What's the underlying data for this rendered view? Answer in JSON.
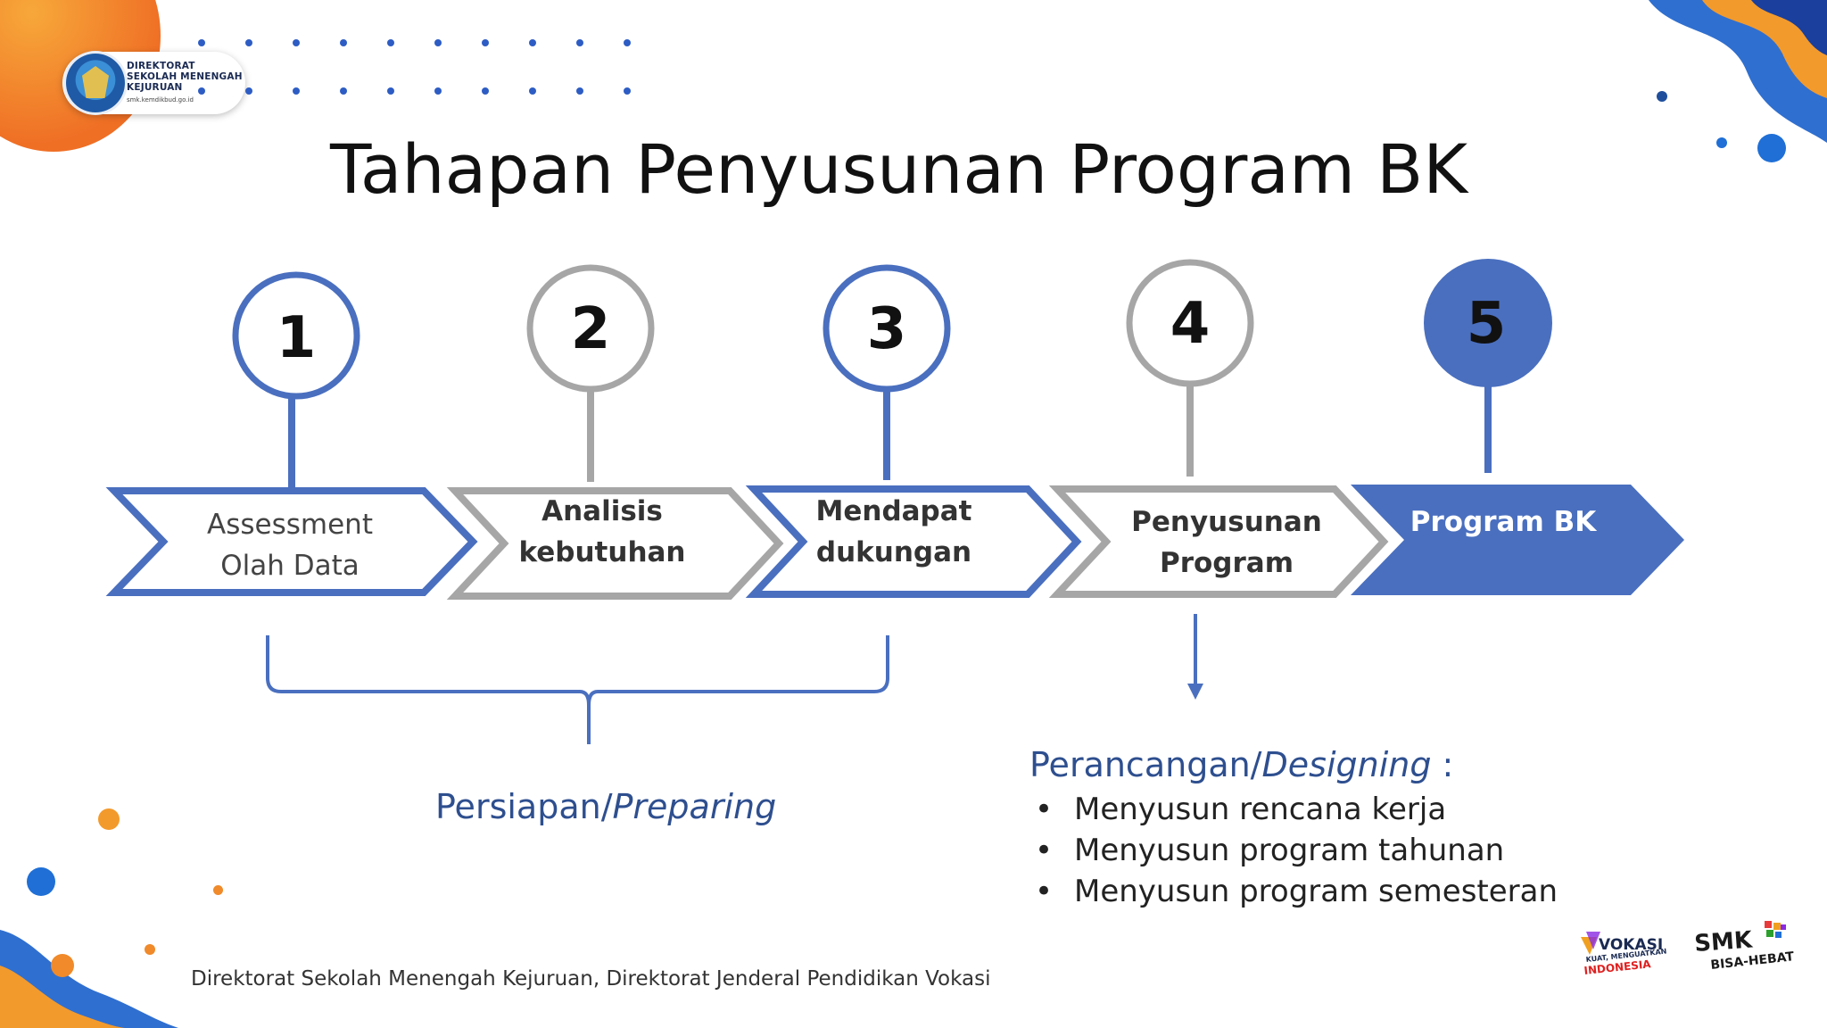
{
  "header": {
    "logo_lines": [
      "DIREKTORAT",
      "SEKOLAH MENENGAH",
      "KEJURUAN"
    ],
    "logo_url": "smk.kemdikbud.go.id"
  },
  "title": "Tahapan Penyusunan Program BK",
  "steps": [
    {
      "number": "1",
      "label_lines": [
        "Assessment",
        "Olah Data"
      ],
      "style": "blue-outline"
    },
    {
      "number": "2",
      "label_lines": [
        "Analisis",
        "kebutuhan"
      ],
      "style": "gray-outline"
    },
    {
      "number": "3",
      "label_lines": [
        "Mendapat",
        "dukungan"
      ],
      "style": "blue-outline"
    },
    {
      "number": "4",
      "label_lines": [
        "Penyusunan",
        "Program"
      ],
      "style": "gray-outline"
    },
    {
      "number": "5",
      "label_lines": [
        "Program BK"
      ],
      "style": "blue-filled"
    }
  ],
  "phases": {
    "preparing": {
      "prefix": "Persiapan/",
      "italic": "Preparing"
    },
    "designing": {
      "prefix": "Perancangan/",
      "italic": "Designing",
      "suffix": " :",
      "items": [
        "Menyusun rencana kerja",
        "Menyusun program tahunan",
        "Menyusun program semesteran"
      ]
    }
  },
  "footer": "Direktorat Sekolah Menengah Kejuruan, Direktorat Jenderal Pendidikan Vokasi",
  "brand_logos": {
    "vokasi": {
      "word": "VOKASI",
      "tagline": "KUAT, MENGUATKAN",
      "country": "INDONESIA"
    },
    "smk": {
      "word": "SMK",
      "tagline": "BISA-HEBAT"
    }
  },
  "colors": {
    "blue": "#4a6fbf",
    "gray": "#a6a6a6",
    "heading_blue": "#2e4f8f",
    "orange": "#f08a2a"
  }
}
